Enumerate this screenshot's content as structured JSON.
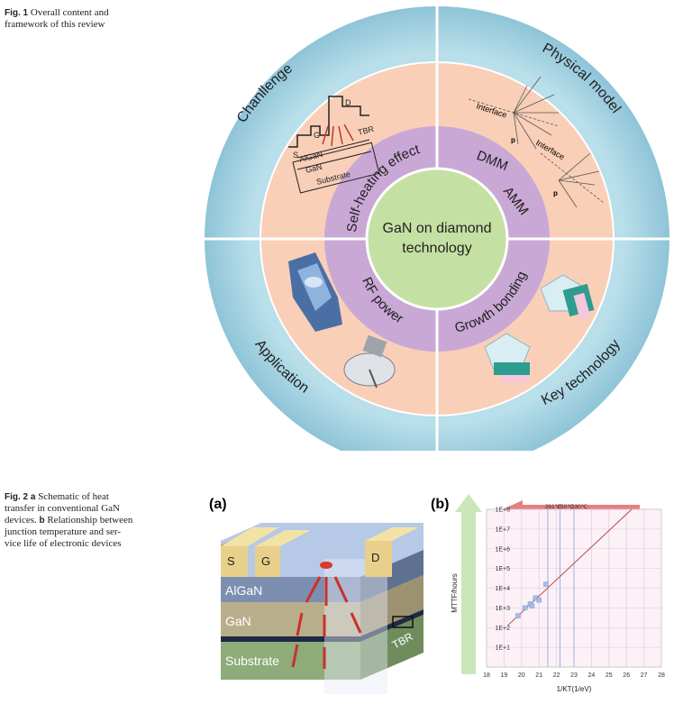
{
  "fig1": {
    "caption_label": "Fig. 1",
    "caption_text_line1": "Overall content and",
    "caption_text_line2": "framework of this review",
    "center_line1": "GaN on diamond",
    "center_line2": "technology",
    "mid_ring": {
      "self_heating": "Self-heating effect",
      "dmm": "DMM",
      "amm": "AMM",
      "rf_power": "RF power",
      "growth_bonding": "Growth bonding"
    },
    "outer_ring": {
      "challenge": "Chanllenge",
      "physical_model": "Physical model",
      "application": "Application",
      "key_technology": "Key technology"
    },
    "device": {
      "s": "S",
      "g": "G",
      "d": "D",
      "algan": "AlGaN",
      "gan": "GaN",
      "substrate": "Substrate",
      "tbr": "TBR"
    },
    "physical": {
      "interface1": "Interface",
      "interface2": "Interface",
      "p1": "p",
      "p2": "p"
    },
    "colors": {
      "outer_ring": "#9fcfe0",
      "quadrant": "#f8cdb5",
      "mid_ring": "#c8a9d4",
      "center": "#c5e0a3"
    }
  },
  "fig2": {
    "caption_label": "Fig. 2",
    "caption_a": "a",
    "caption_line1": "Schematic of heat",
    "caption_line2": "transfer in conventional GaN",
    "caption_line3": "devices.",
    "caption_b": "b",
    "caption_line3b": "Relationship between",
    "caption_line4": "junction temperature and ser-",
    "caption_line5": "vice life of electronic devices",
    "panel_a": "(a)",
    "panel_b": "(b)",
    "schematic": {
      "s": "S",
      "g": "G",
      "d": "D",
      "algan": "AlGaN",
      "gan": "GaN",
      "substrate": "Substrate",
      "tbr": "TBR"
    }
  },
  "chart_data": {
    "type": "line",
    "xlabel": "1/KT(1/eV)",
    "ylabel": "MTTF/hours",
    "x_ticks": [
      "18",
      "19",
      "20",
      "21",
      "22",
      "23",
      "24",
      "25",
      "26",
      "27",
      "28"
    ],
    "y_ticks": [
      "1E+1",
      "1E+2",
      "1E+3",
      "1E+4",
      "1E+5",
      "1E+6",
      "1E+7",
      "1E+8"
    ],
    "xlim": [
      18,
      28
    ],
    "ylim_log10": [
      0,
      8
    ],
    "log_y": true,
    "grid": true,
    "temperature_labels": [
      "261℃",
      "250℃",
      "230℃"
    ],
    "temperature_lines_x": [
      21.5,
      22.2,
      23.0
    ],
    "fit_line": {
      "x": [
        19.2,
        26.3
      ],
      "log10_y": [
        2.1,
        8.0
      ]
    },
    "points": [
      {
        "x": 19.8,
        "log10_y": 2.6
      },
      {
        "x": 20.2,
        "log10_y": 3.0
      },
      {
        "x": 20.5,
        "log10_y": 3.2
      },
      {
        "x": 20.6,
        "log10_y": 3.1
      },
      {
        "x": 20.8,
        "log10_y": 3.5
      },
      {
        "x": 21.0,
        "log10_y": 3.4
      },
      {
        "x": 21.4,
        "log10_y": 4.2
      }
    ]
  }
}
